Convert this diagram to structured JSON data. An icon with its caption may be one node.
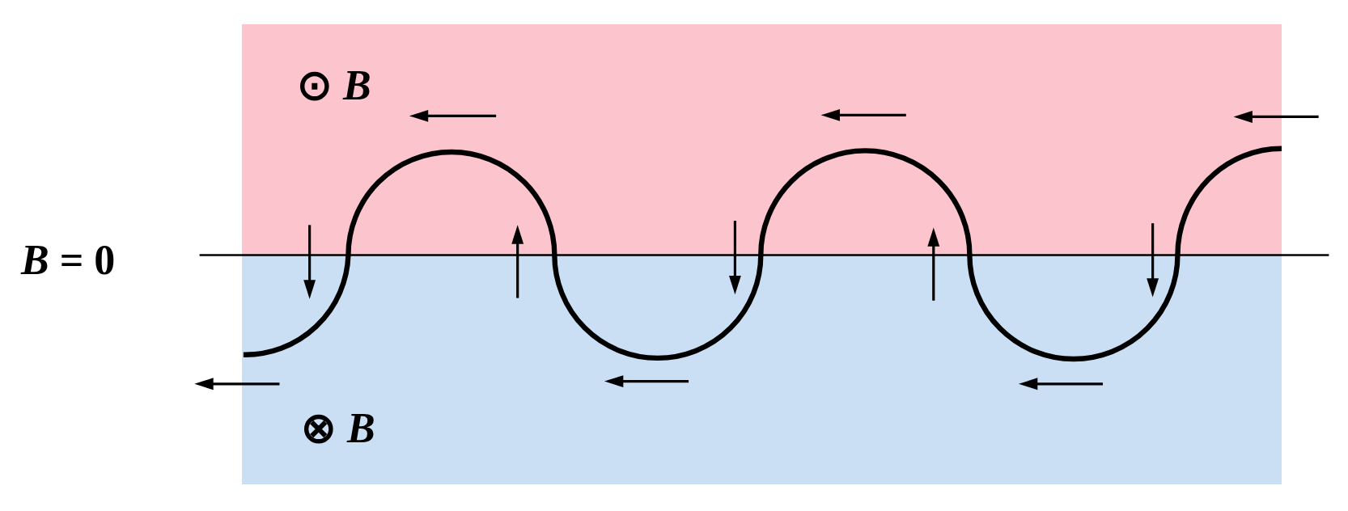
{
  "diagram": {
    "labels": [
      "⊙ *B*",
      "*B* = 0",
      "⊗ *B*"
    ]
  }
}
